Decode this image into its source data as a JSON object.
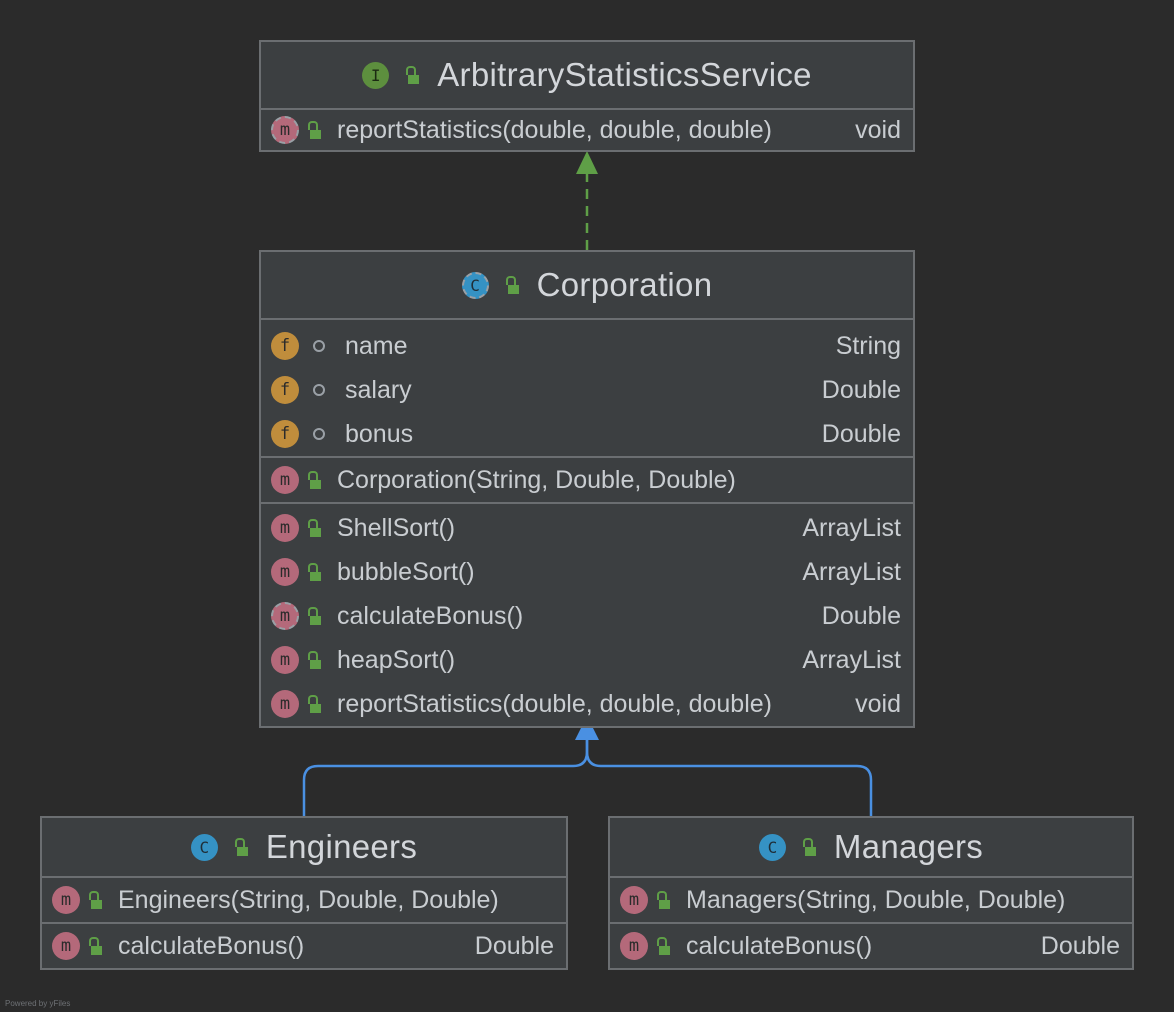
{
  "colors": {
    "background": "#2b2b2b",
    "class_fill": "#3c3f41",
    "border": "#6b6e71",
    "implements_arrow": "#5f9f47",
    "extends_arrow": "#4a90e2",
    "method_badge": "#b4697a",
    "field_badge": "#c08d3c",
    "class_badge": "#3592c4",
    "interface_badge": "#5d8f3e"
  },
  "interface": {
    "badge": "I",
    "title": "ArbitraryStatisticsService",
    "methods": [
      {
        "badge": "m",
        "name": "reportStatistics(double, double, double)",
        "type": "void",
        "icon": "abstract-method-icon"
      }
    ]
  },
  "corporation": {
    "badge": "C",
    "title": "Corporation",
    "fields": [
      {
        "badge": "f",
        "name": "name",
        "type": "String"
      },
      {
        "badge": "f",
        "name": "salary",
        "type": "Double"
      },
      {
        "badge": "f",
        "name": "bonus",
        "type": "Double"
      }
    ],
    "constructors": [
      {
        "badge": "m",
        "name": "Corporation(String, Double, Double)",
        "type": ""
      }
    ],
    "methods": [
      {
        "badge": "m",
        "name": "ShellSort()",
        "type": "ArrayList"
      },
      {
        "badge": "m",
        "name": "bubbleSort()",
        "type": "ArrayList"
      },
      {
        "badge": "m",
        "name": "calculateBonus()",
        "type": "Double"
      },
      {
        "badge": "m",
        "name": "heapSort()",
        "type": "ArrayList"
      },
      {
        "badge": "m",
        "name": "reportStatistics(double, double, double)",
        "type": "void"
      }
    ]
  },
  "engineers": {
    "badge": "C",
    "title": "Engineers",
    "constructors": [
      {
        "badge": "m",
        "name": "Engineers(String, Double, Double)",
        "type": ""
      }
    ],
    "methods": [
      {
        "badge": "m",
        "name": "calculateBonus()",
        "type": "Double"
      }
    ]
  },
  "managers": {
    "badge": "C",
    "title": "Managers",
    "constructors": [
      {
        "badge": "m",
        "name": "Managers(String, Double, Double)",
        "type": ""
      }
    ],
    "methods": [
      {
        "badge": "m",
        "name": "calculateBonus()",
        "type": "Double"
      }
    ]
  },
  "footer": "Powered by yFiles"
}
